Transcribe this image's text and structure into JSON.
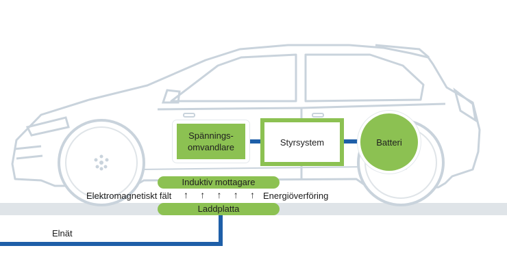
{
  "diagram": {
    "components": {
      "converter": "Spännings-\nomvandlare",
      "control": "Styrsystem",
      "battery": "Batteri"
    },
    "receiver_label": "Induktiv mottagare",
    "pad_label": "Laddplatta",
    "field_label": "Elektromagnetiskt fält",
    "transfer_label": "Energiöverföring",
    "grid_label": "Elnät",
    "arrow_glyph": "↑"
  },
  "colors": {
    "accent_green": "#8cc152",
    "dark_green": "#6aaa35",
    "cable_blue": "#1e5fa8",
    "car_outline": "#c9d3dc",
    "ground": "#dfe4e8"
  }
}
